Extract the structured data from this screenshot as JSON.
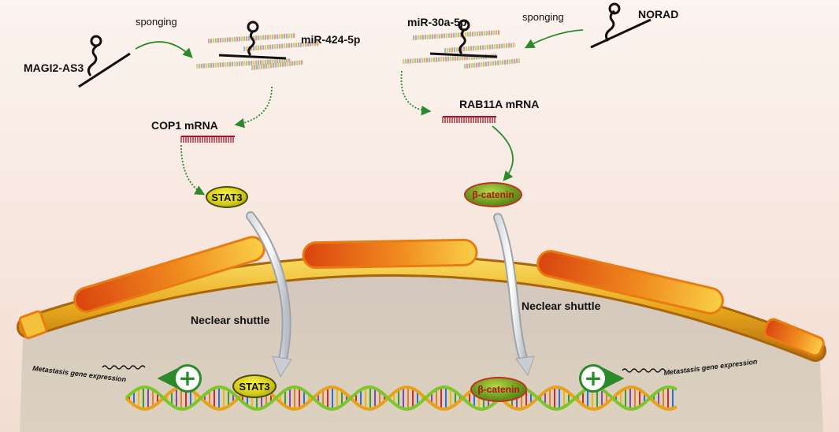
{
  "left_pathway": {
    "lncrna": "MAGI2-AS3",
    "action": "sponging",
    "mirna": "miR-424-5p",
    "mrna": "COP1 mRNA",
    "protein": "STAT3",
    "shuttle": "Neclear shuttle",
    "nuclear_protein": "STAT3",
    "outcome": "Metastasis gene expression"
  },
  "right_pathway": {
    "lncrna": "NORAD",
    "action": "sponging",
    "mirna": "miR-30a-5p",
    "mrna": "RAB11A mRNA",
    "protein": "β-catenin",
    "shuttle": "Neclear shuttle",
    "nuclear_protein": "β-catenin",
    "outcome": "Metastasis gene expression"
  },
  "activation_symbol": "+",
  "colors": {
    "arrow_green": "#2b8a2b",
    "mrna_red": "#a0182a",
    "membrane_orange": "#e77d12",
    "membrane_yellow": "#f4c640",
    "nucleus_bg": "#d9cdc4"
  }
}
